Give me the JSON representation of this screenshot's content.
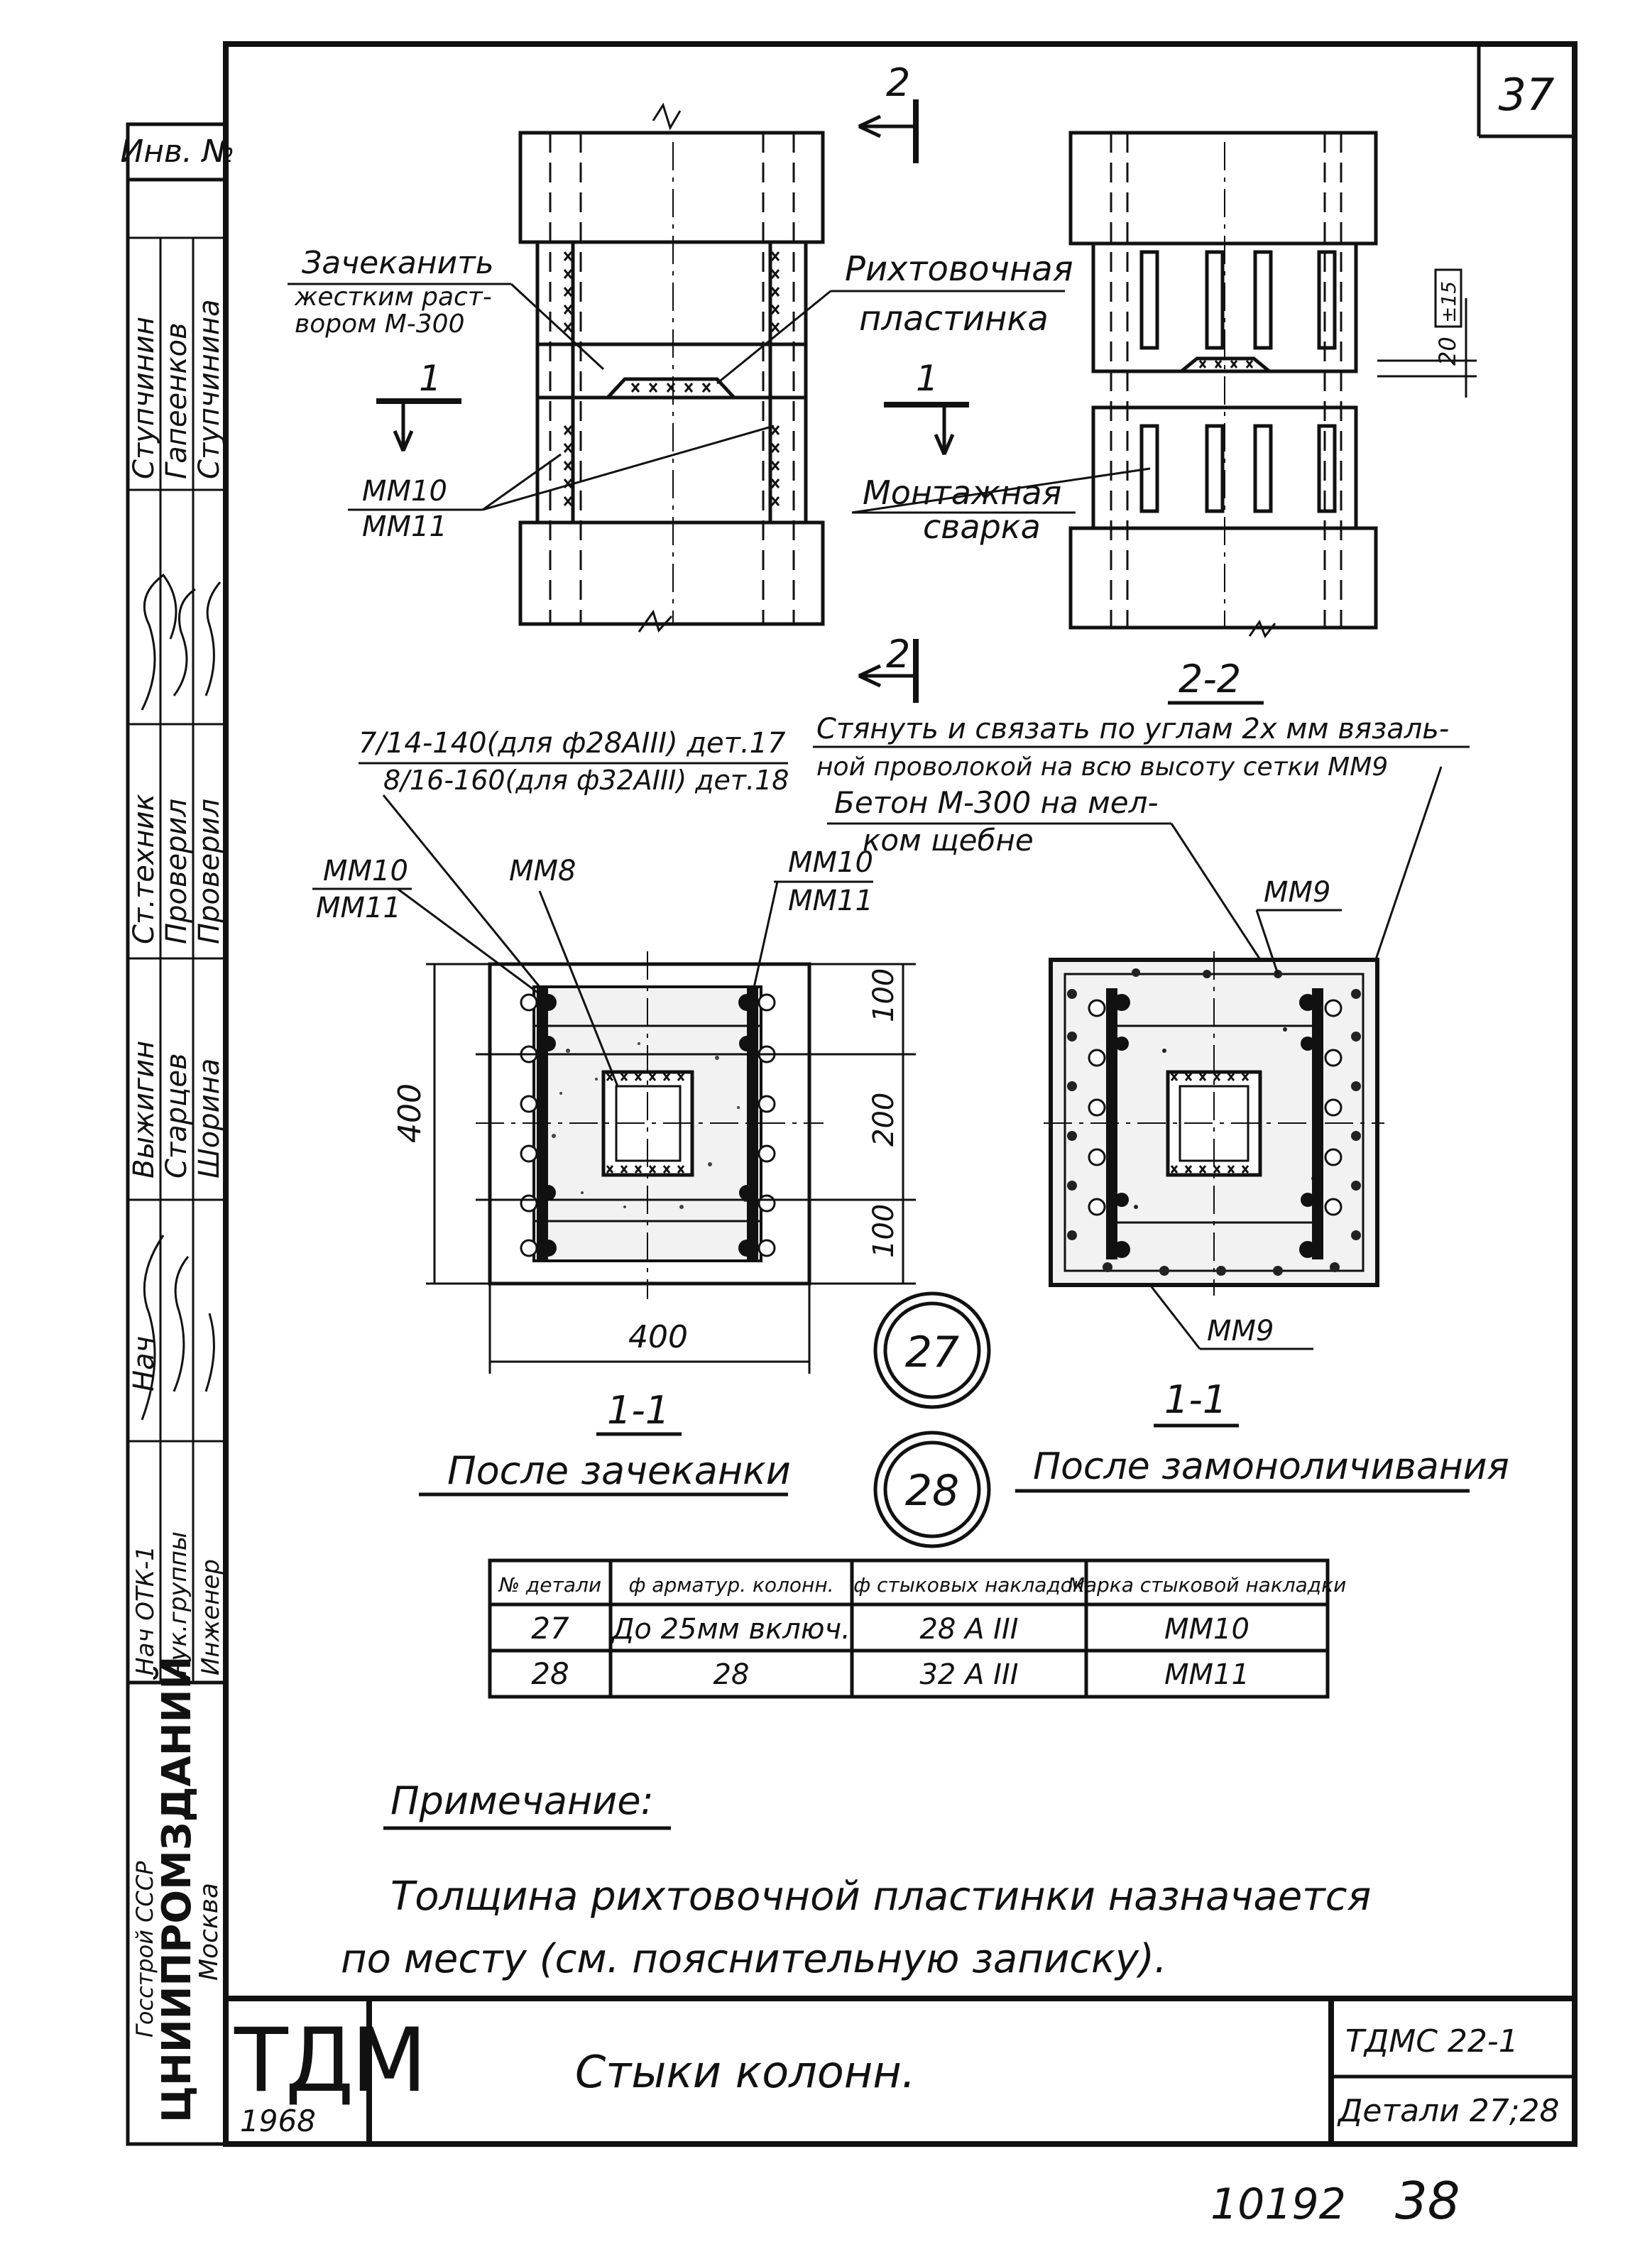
{
  "sheet": {
    "number": "37",
    "code": "ТДМС 22-1",
    "subtitle": "Детали 27;28",
    "title": "Стыки колонн.",
    "logo": "ТДМ",
    "year": "1968",
    "archive_number": "10192",
    "page_number": "38"
  },
  "stamp": {
    "inv": "Инв. №",
    "roles": [
      "Нач ОТК-1",
      "Рук.группы",
      "Инженер",
      "Нач",
      "Выжигин",
      "Старцев",
      "Шорина",
      "Ст.техник",
      "Проверил",
      "Проверил",
      "Ступчинин",
      "Гапеенков",
      "Ступчинина"
    ],
    "org_small": "Госстрой СССР",
    "org": "ЦНИИПРОМЗДАНИЙ",
    "city": "Москва"
  },
  "elevation": {
    "cut_mark": "2",
    "section_mark": "1",
    "label_caulk": [
      "Зачеканить",
      "жестким раст-",
      "вором М-300"
    ],
    "label_plate": [
      "Рихтовочная",
      "пластинка"
    ],
    "label_mm": [
      "ММ10",
      "ММ11"
    ],
    "label_weld": [
      "Монтажная",
      "сварка"
    ],
    "dim_20": "20",
    "dim_tol": "±15",
    "section_title": "2-2"
  },
  "sections": {
    "note_rebar_1": "7/14-140(для ф28АIII) дет.17",
    "note_rebar_2": "8/16-160(для ф32АIII) дет.18",
    "note_tie": [
      "Стянуть и связать по углам 2х мм вязаль-",
      "ной проволокой на всю высоту сетки ММ9"
    ],
    "note_concrete": [
      "Бетон М-300 на мел-",
      "ком щебне"
    ],
    "lbl_mm10_l": "ММ10",
    "lbl_mm11_l": "ММ11",
    "lbl_mm8": "ММ8",
    "lbl_mm10_r": "ММ10",
    "lbl_mm11_r": "ММ11",
    "lbl_mm9_top": "ММ9",
    "lbl_mm9_bot": "ММ9",
    "dim_400_v": "400",
    "dim_400_h": "400",
    "dim_100_a": "100",
    "dim_200": "200",
    "dim_100_b": "100",
    "left_title": "1-1",
    "left_caption": "После зачеканки",
    "right_title": "1-1",
    "right_caption": "После замоноличивания",
    "detail_27": "27",
    "detail_28": "28"
  },
  "table": {
    "headers": [
      "№ детали",
      "ф арматур. колонн.",
      "ф стыковых накладок",
      "Марка стыковой накладки"
    ],
    "rows": [
      [
        "27",
        "До 25мм включ.",
        "28 А III",
        "ММ10"
      ],
      [
        "28",
        "28",
        "32 А III",
        "ММ11"
      ]
    ]
  },
  "note": {
    "heading": "Примечание:",
    "line1": "Толщина рихтовочной пластинки назначается",
    "line2": "по месту (см. пояснительную записку)."
  }
}
